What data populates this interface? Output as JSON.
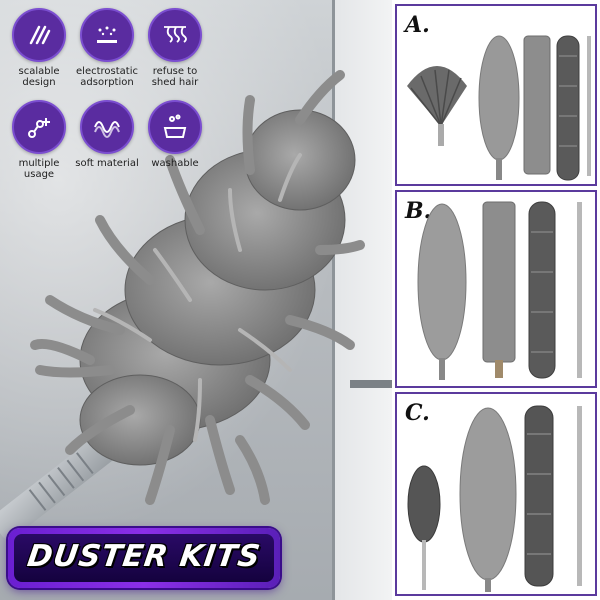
{
  "features": [
    {
      "icon": "slashes-icon",
      "label": "scalable design"
    },
    {
      "icon": "sparkle-dots-icon",
      "label": "electrostatic adsorption"
    },
    {
      "icon": "swirl-hair-icon",
      "label": "refuse to shed hair"
    },
    {
      "icon": "branch-plus-icon",
      "label": "multiple usage"
    },
    {
      "icon": "wave-coil-icon",
      "label": "soft material"
    },
    {
      "icon": "hand-wash-icon",
      "label": "washable"
    }
  ],
  "banner": {
    "text": "DUSTER KITS"
  },
  "kits": [
    {
      "letter": "A.",
      "items": [
        "fan-brush-head-icon",
        "fluffy-duster-head-icon",
        "flat-microfiber-duster-icon",
        "chenille-duster-icon",
        "extension-pole-icon"
      ]
    },
    {
      "letter": "B.",
      "items": [
        "fluffy-duster-head-icon",
        "flat-microfiber-duster-icon",
        "chenille-duster-icon",
        "extension-pole-icon"
      ]
    },
    {
      "letter": "C.",
      "items": [
        "small-chenille-duster-icon",
        "fluffy-duster-head-icon",
        "chenille-duster-icon",
        "extension-pole-icon"
      ]
    }
  ],
  "colors": {
    "accent": "#5a2ca0",
    "banner": "#7b2ee0",
    "duster_gray": "#8a8a8a",
    "panel_border": "#5b3a9d"
  }
}
